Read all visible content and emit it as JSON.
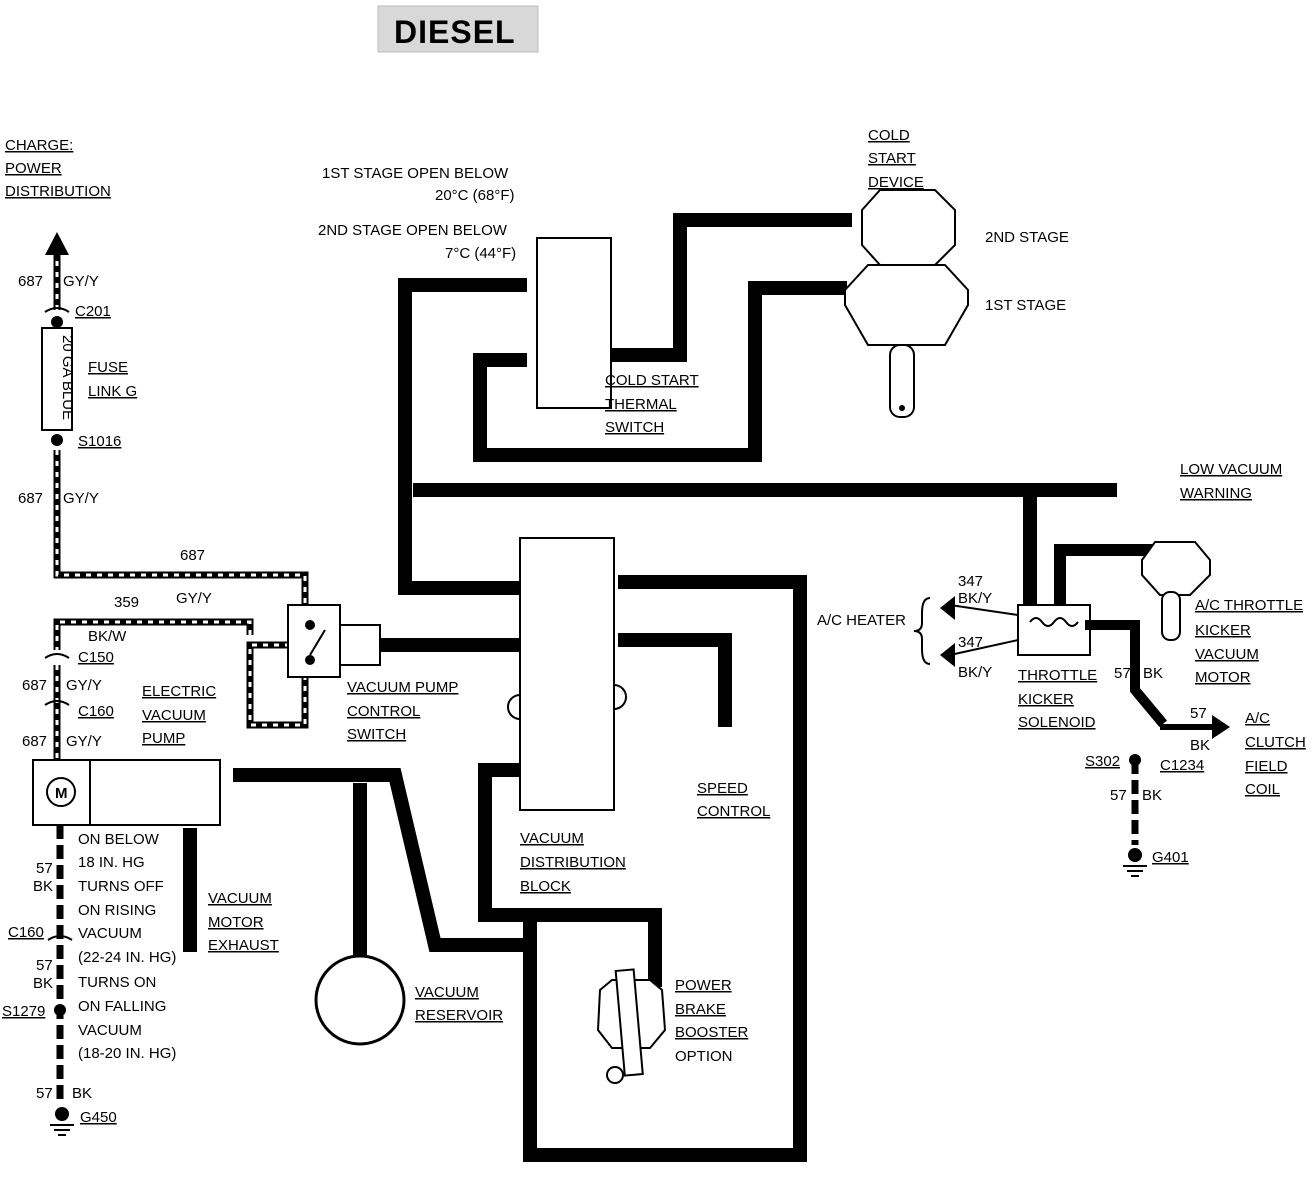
{
  "title": "DIESEL",
  "labels": {
    "charge_power_dist": [
      "CHARGE:",
      "POWER",
      "DISTRIBUTION"
    ],
    "stage1_open": [
      "1ST STAGE OPEN BELOW",
      "20°C (68°F)"
    ],
    "stage2_open": [
      "2ND STAGE OPEN BELOW",
      "7°C (44°F)"
    ],
    "cold_start_device": [
      "COLD",
      "START",
      "DEVICE"
    ],
    "second_stage": "2ND STAGE",
    "first_stage": "1ST STAGE",
    "cold_start_thermal_switch": [
      "COLD START",
      "THERMAL",
      "SWITCH"
    ],
    "low_vacuum_warning": [
      "LOW VACUUM",
      "WARNING"
    ],
    "ac_heater": "A/C HEATER",
    "ac_throttle_kicker_motor": [
      "A/C THROTTLE",
      "KICKER",
      "VACUUM",
      "MOTOR"
    ],
    "throttle_kicker_solenoid": [
      "THROTTLE",
      "KICKER",
      "SOLENOID"
    ],
    "ac_clutch_field_coil": [
      "A/C",
      "CLUTCH",
      "FIELD",
      "COIL"
    ],
    "fuse_link": [
      "FUSE",
      "LINK G"
    ],
    "fuse_body": "20 GA BLUE",
    "electric_vacuum_pump": [
      "ELECTRIC",
      "VACUUM",
      "PUMP"
    ],
    "vacuum_pump_control_switch": [
      "VACUUM PUMP",
      "CONTROL",
      "SWITCH"
    ],
    "speed_control": [
      "SPEED",
      "CONTROL"
    ],
    "vacuum_distribution_block": [
      "VACUUM",
      "DISTRIBUTION",
      "BLOCK"
    ],
    "vacuum_motor_exhaust": [
      "VACUUM",
      "MOTOR",
      "EXHAUST"
    ],
    "vacuum_reservoir": [
      "VACUUM",
      "RESERVOIR"
    ],
    "power_brake_booster": [
      "POWER",
      "BRAKE",
      "BOOSTER",
      "OPTION"
    ],
    "pump_operation": [
      "ON BELOW",
      "18 IN. HG",
      "TURNS OFF",
      "ON RISING",
      "VACUUM",
      "(22-24 IN. HG)",
      "TURNS ON",
      "ON FALLING",
      "VACUUM",
      "(18-20 IN. HG)"
    ],
    "motor_symbol": "M"
  },
  "wires": {
    "w687_top": {
      "num": "687",
      "color": "GY/Y"
    },
    "w687_mid": {
      "num": "687",
      "color": "GY/Y"
    },
    "w687_horiz": {
      "num": "687"
    },
    "w359": {
      "num": "359",
      "color": "GY/Y"
    },
    "bkw": "BK/W",
    "w687_c150": {
      "num": "687",
      "color": "GY/Y"
    },
    "w687_c160": {
      "num": "687",
      "color": "GY/Y"
    },
    "w57_a": {
      "num": "57",
      "color": "BK"
    },
    "w57_b": {
      "num": "57",
      "color": "BK"
    },
    "w57_c": {
      "num": "57",
      "color": "BK"
    },
    "w347_a": {
      "num": "347",
      "color": "BK/Y"
    },
    "w347_b": {
      "num": "347",
      "color": "BK/Y"
    },
    "w57_sol": {
      "num": "57",
      "color": "BK"
    },
    "w57_clutch": {
      "num": "57",
      "color": "BK"
    },
    "w57_g401": {
      "num": "57",
      "color": "BK"
    }
  },
  "connectors": {
    "c201": "C201",
    "s1016": "S1016",
    "c150": "C150",
    "c160_top": "C160",
    "c160_bottom": "C160",
    "s1279": "S1279",
    "g450": "G450",
    "s302": "S302",
    "c1234": "C1234",
    "g401": "G401"
  }
}
